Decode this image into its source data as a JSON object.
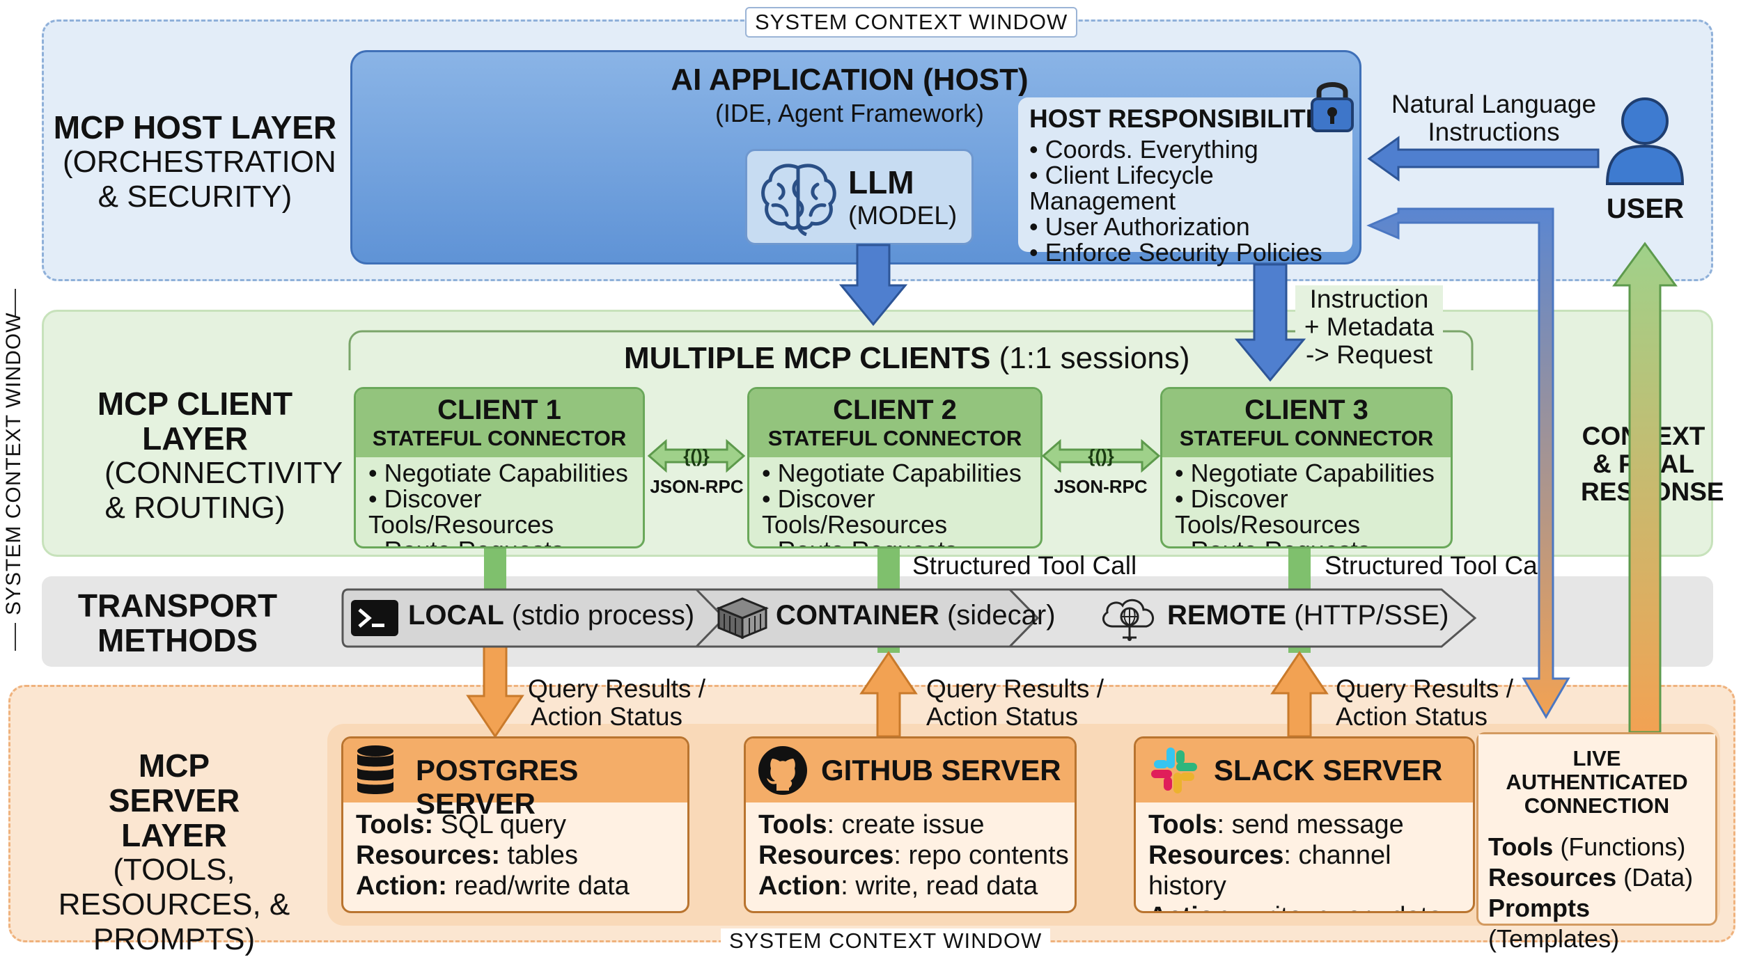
{
  "frame": {
    "top_label": "SYSTEM CONTEXT WINDOW",
    "bottom_label": "SYSTEM CONTEXT WINDOW",
    "side_label": "SYSTEM CONTEXT WINDOW"
  },
  "layers": {
    "host": {
      "title": "MCP HOST LAYER",
      "subtitle": "(ORCHESTRATION & SECURITY)"
    },
    "client": {
      "title": "MCP CLIENT LAYER",
      "subtitle": "(CONNECTIVITY & ROUTING)"
    },
    "transport": {
      "title": "TRANSPORT METHODS"
    },
    "server": {
      "title": "MCP SERVER LAYER",
      "subtitle": "(TOOLS, RESOURCES, & PROMPTS)"
    }
  },
  "host_app": {
    "title": "AI APPLICATION (HOST)",
    "subtitle": "(IDE, Agent Framework)",
    "llm_title": "LLM",
    "llm_sub": "(MODEL)",
    "responsibilities_title": "HOST RESPONSIBILITIES",
    "responsibilities": [
      "Coords. Everything",
      "Client Lifecycle Management",
      "User Authorization",
      "Enforce Security Policies"
    ]
  },
  "user": {
    "label": "USER",
    "instructions": "Natural Language Instructions",
    "response": "CONTEXT & FINAL RESPONSE"
  },
  "clients": {
    "heading_bold": "MULTIPLE MCP CLIENTS",
    "heading_rest": "(1:1 sessions)",
    "instruction_note": [
      "Instruction",
      "+ Metadata",
      "-> Request"
    ],
    "items": [
      {
        "title": "CLIENT 1",
        "subtitle": "STATEFUL CONNECTOR",
        "bullets": [
          "Negotiate Capabilities",
          "Discover Tools/Resources",
          "Route Requests"
        ]
      },
      {
        "title": "CLIENT 2",
        "subtitle": "STATEFUL CONNECTOR",
        "bullets": [
          "Negotiate Capabilities",
          "Discover Tools/Resources",
          "Route Requests"
        ]
      },
      {
        "title": "CLIENT 3",
        "subtitle": "STATEFUL CONNECTOR",
        "bullets": [
          "Negotiate Capabilities",
          "Discover Tools/Resources",
          "Route Requests"
        ]
      }
    ],
    "jsonrpc_label": "JSON-RPC",
    "tool_call_label": "Structured Tool Call"
  },
  "transport": {
    "items": [
      {
        "bold": "LOCAL",
        "rest": "(stdio process)",
        "icon": "terminal-icon"
      },
      {
        "bold": "CONTAINER",
        "rest": "(sidecar)",
        "icon": "container-icon"
      },
      {
        "bold": "REMOTE",
        "rest": "(HTTP/SSE)",
        "icon": "cloud-network-icon"
      }
    ]
  },
  "query_label": [
    "Query Results /",
    "Action Status"
  ],
  "servers": [
    {
      "title": "POSTGRES SERVER",
      "icon": "database-icon",
      "lines": [
        {
          "k": "Tools:",
          "v": " SQL query"
        },
        {
          "k": "Resources:",
          "v": " tables"
        },
        {
          "k": "Action:",
          "v": " read/write data"
        }
      ]
    },
    {
      "title": "GITHUB SERVER",
      "icon": "github-icon",
      "lines": [
        {
          "k": "Tools",
          "v": ": create issue"
        },
        {
          "k": "Resources",
          "v": ": repo contents"
        },
        {
          "k": "Action",
          "v": ": write, read data"
        }
      ]
    },
    {
      "title": "SLACK SERVER",
      "icon": "slack-icon",
      "lines": [
        {
          "k": "Tools",
          "v": ": send message"
        },
        {
          "k": "Resources",
          "v": ": channel history"
        },
        {
          "k": "Action:",
          "v": " write, query data"
        }
      ]
    }
  ],
  "live_connection": {
    "title": "LIVE AUTHENTICATED CONNECTION",
    "lines": [
      {
        "k": "Tools",
        "v": " (Functions)"
      },
      {
        "k": "Resources",
        "v": " (Data)"
      },
      {
        "k": "Prompts",
        "v": " (Templates)"
      }
    ]
  },
  "colors": {
    "host_band": "#e3edf8",
    "host_box": "#7aa7de",
    "client_band": "#e5f2df",
    "client_box": "#93c47d",
    "transport_band": "#e6e6e6",
    "server_band": "#fbe6d1",
    "server_header": "#f4ad68",
    "blue_arrow": "#4f7fcf",
    "orange_arrow": "#f2a253",
    "green_arrow": "#7fc06d"
  }
}
